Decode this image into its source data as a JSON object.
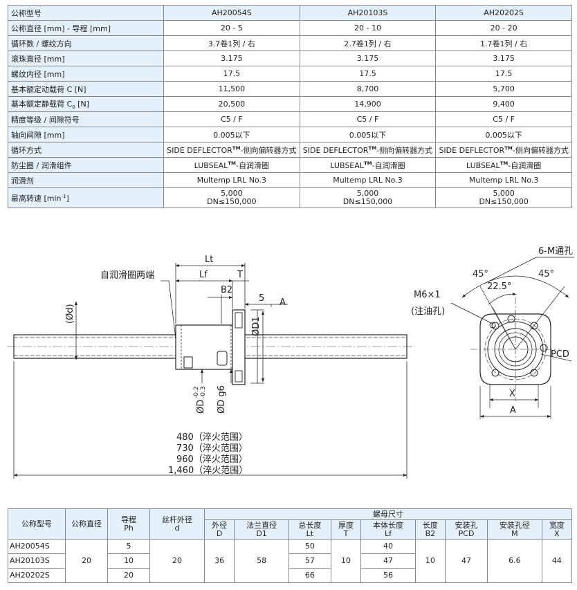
{
  "spec_table": {
    "header_label": "公称型号",
    "models": [
      "AH20054S",
      "AH20103S",
      "AH20202S"
    ],
    "rows": [
      {
        "label": "公称直径 [mm] - 导程 [mm]",
        "values": [
          "20 - 5",
          "20 - 10",
          "20 - 20"
        ]
      },
      {
        "label": "循环数 / 螺纹方向",
        "values": [
          "3.7卷1列 / 右",
          "2.7卷1列 / 右",
          "1.7卷1列 / 右"
        ]
      },
      {
        "label": "滚珠直径 [mm]",
        "values": [
          "3.175",
          "3.175",
          "3.175"
        ]
      },
      {
        "label": "螺纹内径 [mm]",
        "values": [
          "17.5",
          "17.5",
          "17.5"
        ]
      },
      {
        "label": "基本额定动载荷 C [N]",
        "values": [
          "11,500",
          "8,700",
          "5,700"
        ]
      }
    ],
    "static_load": {
      "label_prefix": "基本额定静载荷 C",
      "label_sub": "0",
      "label_suffix": " [N]",
      "values": [
        "20,500",
        "14,900",
        "9,400"
      ]
    },
    "rows2": [
      {
        "label": "精度等级 / 间隙符号",
        "values": [
          "C5 / F",
          "C5 / F",
          "C5 / F"
        ]
      },
      {
        "label": "轴向间隙 [mm]",
        "values": [
          "0.005以下",
          "0.005以下",
          "0.005以下"
        ]
      }
    ],
    "circulation": {
      "label": "循环方式",
      "prefix": "SIDE DEFLECTOR",
      "tm": "TM",
      "suffix": "-侧向偏转器方式"
    },
    "seal": {
      "label": "防尘圈 / 润滑组件",
      "prefix": "LUBSEAL",
      "tm": "TM",
      "suffix": "-自润滑圈"
    },
    "lubricant": {
      "label": "润滑剂",
      "values": [
        "Multemp LRL No.3",
        "Multemp LRL No.3",
        "Multemp LRL No.3"
      ]
    },
    "max_speed": {
      "label_prefix": "最高转速 [min",
      "label_sup": "-1",
      "label_suffix": "]",
      "line1": "5,000",
      "line2": "DN≤150,000"
    }
  },
  "drawing": {
    "label_lt": "Lt",
    "label_lf": "Lf",
    "label_t": "T",
    "label_b2": "B2",
    "label_5": "5",
    "label_a": "A",
    "label_self_lube": "自润滑圈两端",
    "label_d": "(Ød)",
    "label_d1": "ØD1",
    "label_od": "ØD",
    "label_od_tol_top": "-0.2",
    "label_od_tol_bot": "-0.3",
    "label_og6": "ØD g6",
    "lengths": [
      "480（淬火范围）",
      "730（淬火范围）",
      "960（淬火范围）",
      "1,460（淬火范围）"
    ],
    "label_6m": "6-M通孔",
    "label_45a": "45°",
    "label_45b": "45°",
    "label_225": "22.5°",
    "label_m6": "M6×1",
    "label_oil": "(注油孔)",
    "label_pcd": "PCD",
    "label_x": "X",
    "label_a2": "A"
  },
  "dim_table": {
    "headers": {
      "model": "公称型号",
      "nominal": "公称直径",
      "lead": [
        "导程",
        "Ph"
      ],
      "shaft": [
        "丝杆外径",
        "d"
      ],
      "nut_group": "螺母尺寸",
      "cols": [
        [
          "外径",
          "D"
        ],
        [
          "法兰直径",
          "D1"
        ],
        [
          "总长度",
          "Lt"
        ],
        [
          "厚度",
          "T"
        ],
        [
          "本体长度",
          "Lf"
        ],
        [
          "长度",
          "B2"
        ],
        [
          "安装孔",
          "PCD"
        ],
        [
          "安装孔径",
          "M"
        ],
        [
          "宽度",
          "X"
        ]
      ]
    },
    "models": [
      "AH20054S",
      "AH20103S",
      "AH20202S"
    ],
    "nominal": "20",
    "leads": [
      "5",
      "10",
      "20"
    ],
    "shaft": "20",
    "D": "36",
    "D1": "58",
    "Lt": [
      "50",
      "57",
      "66"
    ],
    "T": "10",
    "Lf": [
      "40",
      "47",
      "56"
    ],
    "B2": "10",
    "PCD": "47",
    "M": "6.6",
    "X": "44"
  }
}
